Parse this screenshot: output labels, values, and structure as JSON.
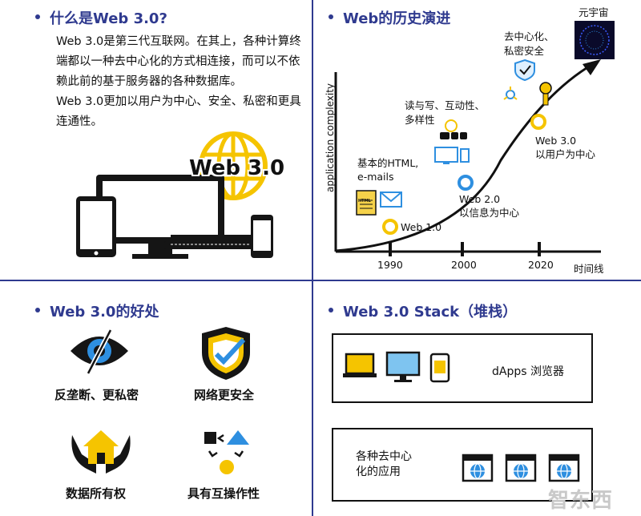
{
  "q1": {
    "heading": "什么是Web 3.0?",
    "p1": "Web 3.0是第三代互联网。在其上，各种计算终端都以一种去中心化的方式相连接，而可以不依赖此前的基于服务器的各种数据库。",
    "p2": "Web 3.0更加以用户为中心、安全、私密和更具连通性。",
    "logo_text": "Web 3.0"
  },
  "q2": {
    "heading": "Web的历史演进",
    "y_axis": "application complexity",
    "x_axis": "时间线",
    "ticks": [
      "1990",
      "2000",
      "2020"
    ],
    "web1": "Web 1.0",
    "web2_line1": "Web 2.0",
    "web2_line2": "以信息为中心",
    "web3_line1": "Web 3.0",
    "web3_line2": "以用户为中心",
    "note_html_1": "基本的HTML,",
    "note_html_2": "e-mails",
    "note_rw_1": "读与写、互动性、",
    "note_rw_2": "多样性",
    "note_dec_1": "去中心化、",
    "note_dec_2": "私密安全",
    "metaverse": "元宇宙",
    "html_badge": "HTML"
  },
  "q3": {
    "heading": "Web 3.0的好处",
    "items": [
      "反垄断、更私密",
      "网络更安全",
      "数据所有权",
      "具有互操作性"
    ]
  },
  "q4": {
    "heading": "Web 3.0 Stack（堆栈）",
    "browser_label": "dApps 浏览器",
    "apps_line1": "各种去中心",
    "apps_line2": "化的应用"
  },
  "watermark": "智东西",
  "colors": {
    "accent": "#2f3a8f",
    "yellow": "#f5c400",
    "blue": "#2e8fe0",
    "dark": "#111111"
  }
}
